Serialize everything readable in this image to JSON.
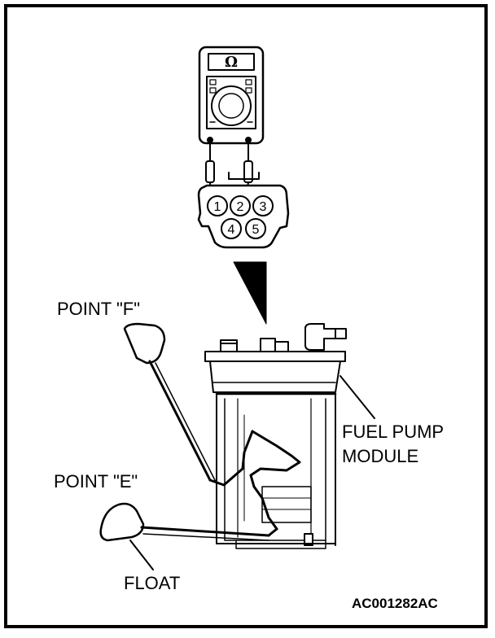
{
  "meter": {
    "symbol": "Ω"
  },
  "connector": {
    "pins": [
      "1",
      "2",
      "3",
      "4",
      "5"
    ]
  },
  "labels": {
    "point_f": "POINT \"F\"",
    "point_e": "POINT \"E\"",
    "float": "FLOAT",
    "module_line1": "FUEL PUMP",
    "module_line2": "MODULE"
  },
  "figure_code": "AC001282AC",
  "colors": {
    "ink": "#000000",
    "paper": "#ffffff"
  }
}
